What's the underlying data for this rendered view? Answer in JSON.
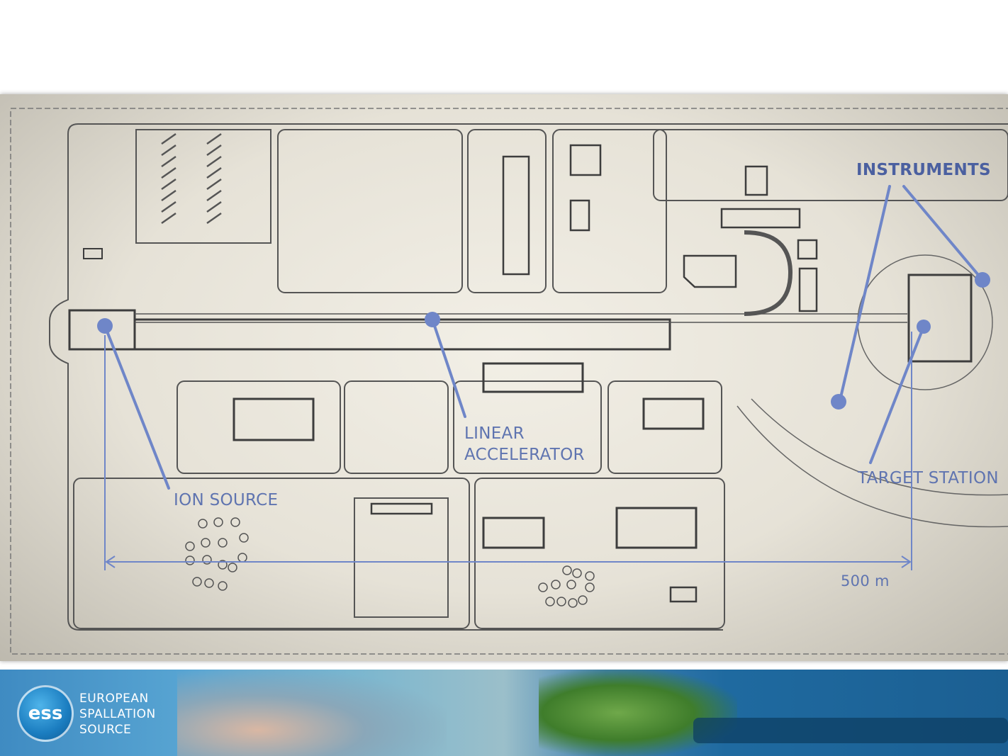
{
  "diagram": {
    "labels": {
      "instruments": "INSTRUMENTS",
      "linear_accelerator": "LINEAR\nACCELERATOR",
      "ion_source": "ION SOURCE",
      "target_station": "TARGET STATION",
      "scale": "500 m"
    },
    "colors": {
      "annotation": "#6f86c8",
      "linework": "#3a3a3a",
      "paper": "#ece8de"
    }
  },
  "banner": {
    "logo_text": "ess",
    "org_name": [
      "EUROPEAN",
      "SPALLATION",
      "SOURCE"
    ]
  }
}
